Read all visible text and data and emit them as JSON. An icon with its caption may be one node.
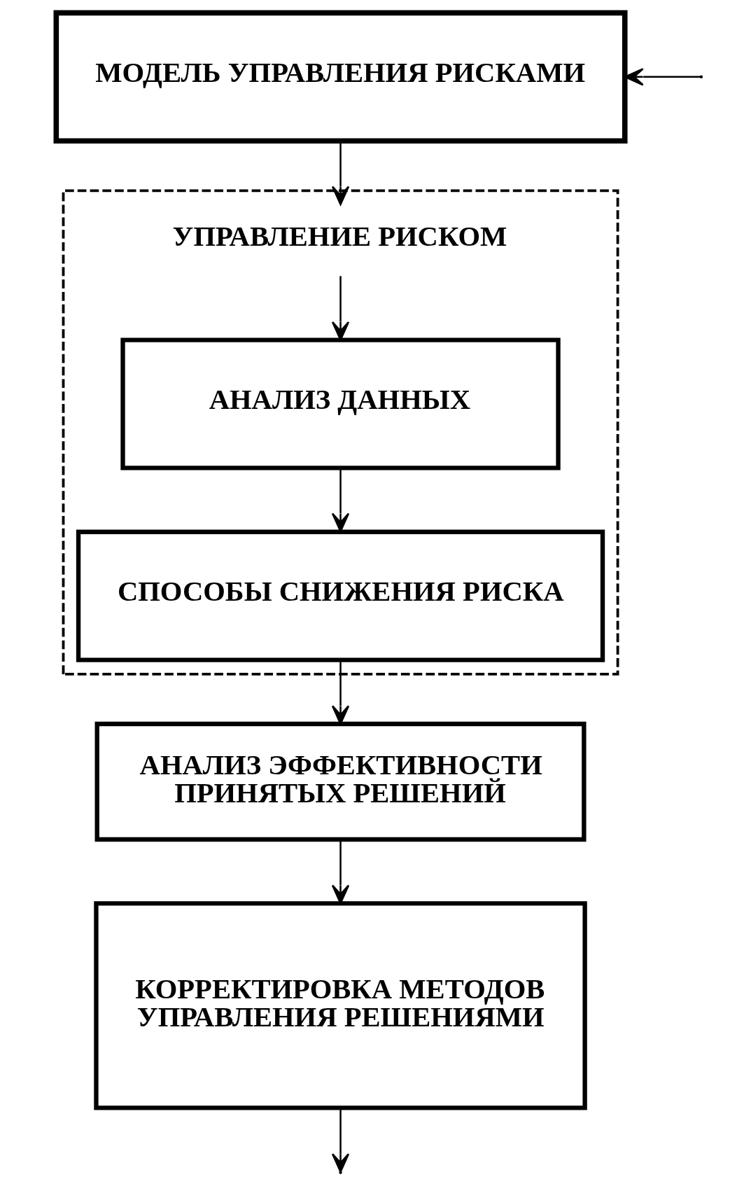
{
  "diagram": {
    "nodes": [
      {
        "text": [
          "МОДЕЛЬ УПРАВЛЕНИЯ РИСКАМИ"
        ]
      },
      {
        "text": [],
        "shape": "box"
      },
      {
        "text": [
          "УПРАВЛЕНИЕ РИСКОМ"
        ],
        "in": 1
      },
      {
        "text": [
          "АНАЛИЗ ДАННЫХ"
        ],
        "in": 1
      },
      {
        "text": [
          "СПОСОБЫ СНИЖЕНИЯ РИСКА"
        ],
        "in": 1
      },
      {
        "text": [
          "АНАЛИЗ ЭФФЕКТИВНОСТИ ПРИНЯТЫХ РЕШЕНИЙ"
        ]
      },
      {
        "text": [
          "КОРРЕКТИРОВКА МЕТОДОВ УПРАВЛЕНИЯ РЕШЕНИЯМИ"
        ]
      }
    ],
    "edges": [
      {
        "from": 0,
        "to": 2,
        "arrow": "to"
      },
      {
        "from": 2,
        "to": 3,
        "arrow": "to"
      },
      {
        "from": 3,
        "to": 4,
        "arrow": "to"
      },
      {
        "from": 4,
        "to": 5,
        "arrow": "to"
      },
      {
        "from": 5,
        "to": 6,
        "arrow": "to"
      },
      {
        "from": 6,
        "to": null,
        "arrow": "to"
      },
      {
        "from": null,
        "to": 0,
        "arrow": "to"
      }
    ]
  }
}
